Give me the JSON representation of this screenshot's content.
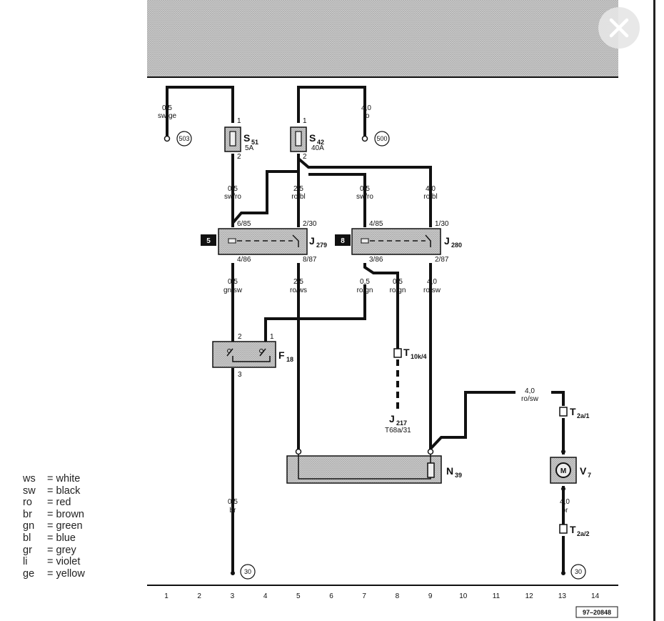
{
  "legend": [
    {
      "code": "ws",
      "meaning": "white"
    },
    {
      "code": "sw",
      "meaning": "black"
    },
    {
      "code": "ro",
      "meaning": "red"
    },
    {
      "code": "br",
      "meaning": "brown"
    },
    {
      "code": "gn",
      "meaning": "green"
    },
    {
      "code": "bl",
      "meaning": "blue"
    },
    {
      "code": "gr",
      "meaning": "grey"
    },
    {
      "code": "li",
      "meaning": "violet"
    },
    {
      "code": "ge",
      "meaning": "yellow"
    }
  ],
  "circles": {
    "c503": "503",
    "c500": "500",
    "c30a": "30",
    "c30b": "30",
    "tab5": "5",
    "tab8": "8"
  },
  "components": {
    "s51": {
      "name": "S",
      "sub": "51",
      "rating": "5A"
    },
    "s42": {
      "name": "S",
      "sub": "42",
      "rating": "40A"
    },
    "j279": {
      "name": "J",
      "sub": "279"
    },
    "j280": {
      "name": "J",
      "sub": "280"
    },
    "f18": {
      "name": "F",
      "sub": "18"
    },
    "n39": {
      "name": "N",
      "sub": "39"
    },
    "v7": {
      "name": "V",
      "sub": "7"
    },
    "t10k4": {
      "name": "T",
      "sub": "10k/4"
    },
    "t2a1": {
      "name": "T",
      "sub": "2a/1"
    },
    "t2a2": {
      "name": "T",
      "sub": "2a/2"
    },
    "j217": {
      "name": "J",
      "sub": "217",
      "note": "T68a/31"
    }
  },
  "wires": {
    "w1": {
      "size": "0,5",
      "color": "sw/ge"
    },
    "w2": {
      "size": "4,0",
      "color": "ro"
    },
    "w3": {
      "size": "0,5",
      "color": "sw/ro"
    },
    "w4": {
      "size": "2,5",
      "color": "ro/bl"
    },
    "w5": {
      "size": "0,5",
      "color": "sw/ro"
    },
    "w6": {
      "size": "4,0",
      "color": "ro/bl"
    },
    "w7": {
      "size": "0,5",
      "color": "gn/sw"
    },
    "w8": {
      "size": "2,5",
      "color": "ro/ws"
    },
    "w9": {
      "size": "0,5",
      "color": "ro/gn"
    },
    "w10": {
      "size": "0,5",
      "color": "ro/gn"
    },
    "w11": {
      "size": "4,0",
      "color": "ro/sw"
    },
    "w12": {
      "size": "4,0",
      "color": "ro/sw"
    },
    "w13": {
      "size": "0,5",
      "color": "br"
    },
    "w14": {
      "size": "4,0",
      "color": "br"
    }
  },
  "pins": {
    "s51_1": "1",
    "s51_2": "2",
    "s42_1": "1",
    "s42_2": "2",
    "j279_685": "6/85",
    "j279_230": "2/30",
    "j279_486": "4/86",
    "j279_887": "8/87",
    "j280_485": "4/85",
    "j280_130": "1/30",
    "j280_386": "3/86",
    "j280_287": "2/87",
    "f18_2": "2",
    "f18_1": "1",
    "f18_3": "3"
  },
  "grid_numbers": [
    "1",
    "2",
    "3",
    "4",
    "5",
    "6",
    "7",
    "8",
    "9",
    "10",
    "11",
    "12",
    "13",
    "14"
  ],
  "figure_id": "97–20848"
}
